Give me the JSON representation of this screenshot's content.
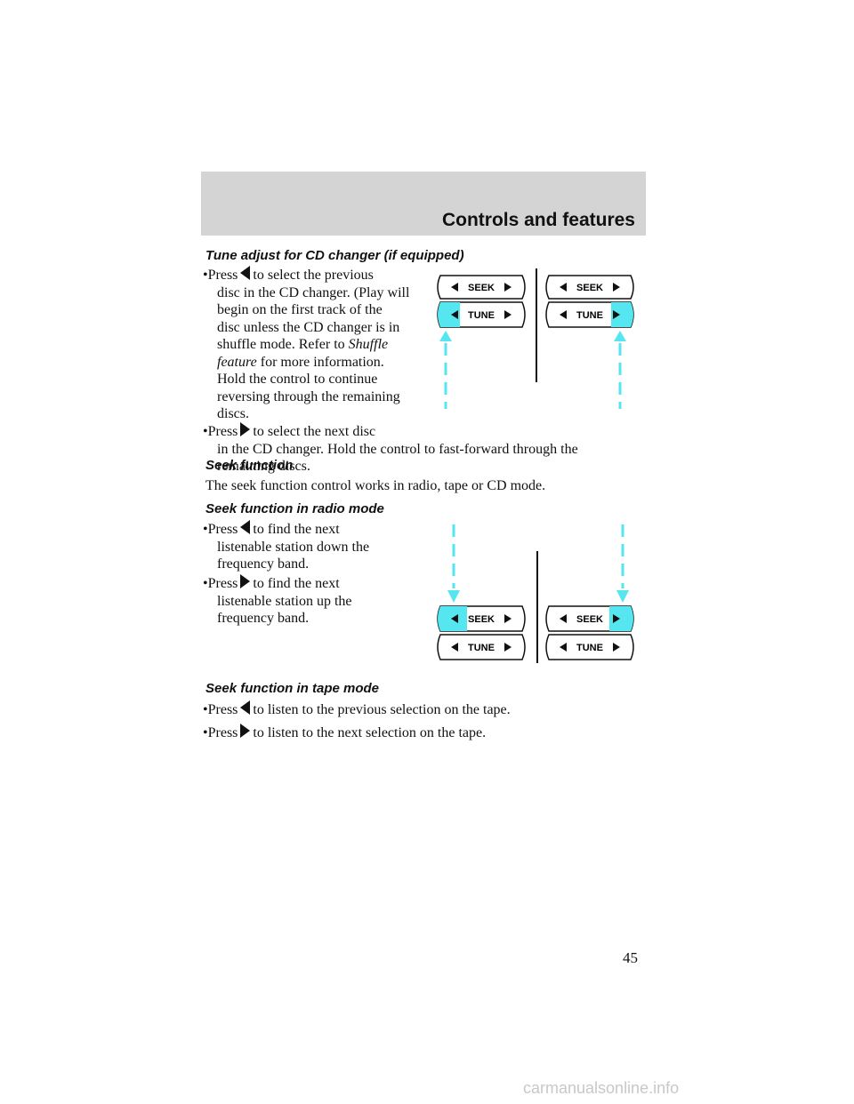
{
  "header": {
    "title": "Controls and features"
  },
  "section_cd": {
    "heading": "Tune adjust for CD changer (if equipped)",
    "bullet1": {
      "prefix": "Press",
      "lines": [
        "to select the previous",
        "disc in the CD changer. (Play will",
        "begin on the first track of the",
        "disc unless the CD changer is in"
      ],
      "line5_pre": "shuffle mode. Refer to",
      "line5_italic": "Shuffle",
      "line6_italic": "feature",
      "line6_post": "for more information.",
      "lines_after": [
        "Hold the control to continue",
        "reversing through the remaining",
        "discs."
      ]
    },
    "bullet2": {
      "prefix": "Press",
      "line1": "to select the next disc",
      "line2": "in the CD changer. Hold the control to fast-forward through the",
      "line3": "remaining discs."
    }
  },
  "section_seek": {
    "heading": "Seek function",
    "text": "The seek function control works in radio, tape or CD mode."
  },
  "section_radio": {
    "heading": "Seek function in radio mode",
    "bullet1": {
      "prefix": "Press",
      "line1": "to find the next",
      "line2": "listenable station down the",
      "line3": "frequency band."
    },
    "bullet2": {
      "prefix": "Press",
      "line1": "to find the next",
      "line2": "listenable station up the",
      "line3": "frequency band."
    }
  },
  "section_tape": {
    "heading": "Seek function in tape mode",
    "bullet1": {
      "prefix": "Press",
      "text": "to listen to the previous selection on the tape."
    },
    "bullet2": {
      "prefix": "Press",
      "text": "to listen to the next selection on the tape."
    }
  },
  "diagram": {
    "seek_label": "SEEK",
    "tune_label": "TUNE",
    "highlight_color": "#55e6f0",
    "arrow_color": "#55e6f0"
  },
  "page_number": "45",
  "watermark": "carmanualsonline.info"
}
